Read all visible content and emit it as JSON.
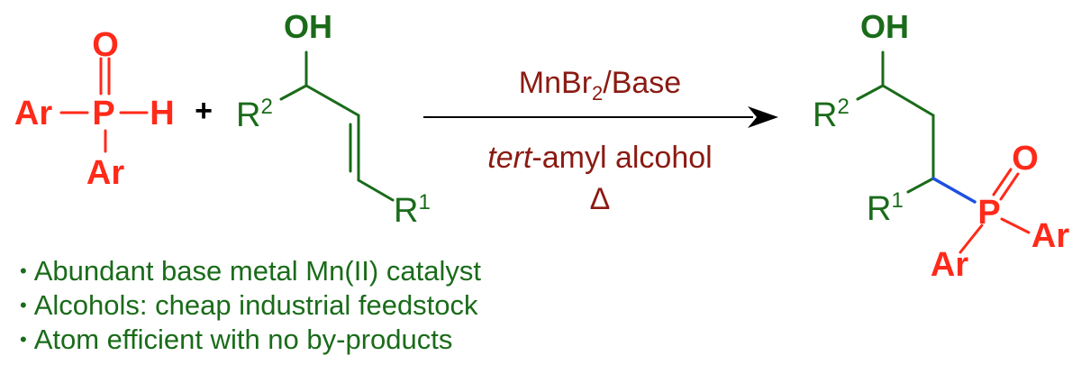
{
  "colors": {
    "reagent_red": "#ff2a1a",
    "skeleton_green": "#1a6b1a",
    "conditions_red": "#8b1a12",
    "new_bond_blue": "#1f4fe0",
    "arrow_black": "#000000"
  },
  "reactant_phosphine": {
    "o_label": "O",
    "p_label": "P",
    "h_label": "H",
    "ar_left_label": "Ar",
    "ar_bottom_label": "Ar"
  },
  "plus_sign": "+",
  "reactant_alcohol": {
    "oh_label": "OH",
    "r2_base": "R",
    "r2_sup": "2",
    "r1_base": "R",
    "r1_sup": "1"
  },
  "conditions": {
    "reagent_main": "MnBr",
    "reagent_sub": "2",
    "reagent_suffix": "/Base",
    "solvent_italic": "tert",
    "solvent_rest": "-amyl alcohol",
    "heat": "Δ"
  },
  "product": {
    "oh_label": "OH",
    "r2_base": "R",
    "r2_sup": "2",
    "r1_base": "R",
    "r1_sup": "1",
    "o_label": "O",
    "p_label": "P",
    "ar_left_label": "Ar",
    "ar_right_label": "Ar"
  },
  "bullets": [
    "Abundant base metal Mn(II) catalyst",
    "Alcohols: cheap industrial feedstock",
    "Atom efficient with no by-products"
  ],
  "bullet_mark": "•"
}
